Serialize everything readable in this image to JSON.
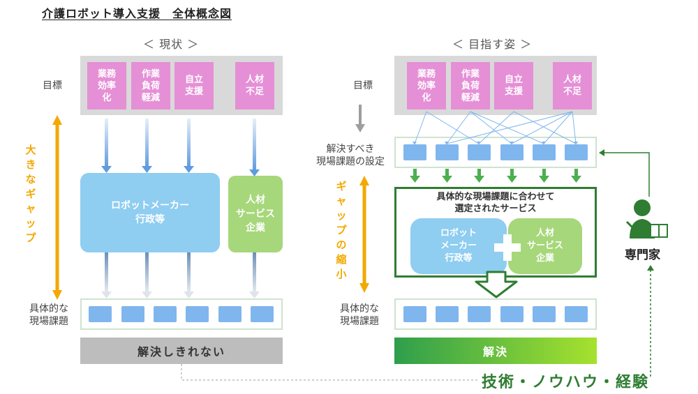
{
  "title": "介護ロボット導入支援　全体概念図",
  "left": {
    "heading": "＜ 現状 ＞",
    "goal_label": "目標",
    "goals": [
      "業務\n効率\n化",
      "作業\n負荷\n軽減",
      "自立\n支援",
      "人材\n不足"
    ],
    "gap_text": [
      "大",
      "き",
      "な",
      "ギ",
      "ャ",
      "ッ",
      "プ"
    ],
    "provider_main": "ロボットメーカー\n行政等",
    "provider_hr": "人材\nサービス\n企業",
    "issues_label": "具体的な\n現場課題",
    "result": "解決しきれない"
  },
  "right": {
    "heading": "＜ 目指す姿 ＞",
    "goal_label": "目標",
    "goals": [
      "業務\n効率\n化",
      "作業\n負荷\n軽減",
      "自立\n支援",
      "人材\n不足"
    ],
    "setting_label": "解決すべき\n現場課題の設定",
    "gap_text": [
      "ギ",
      "ャ",
      "ッ",
      "プ",
      "の",
      "縮",
      "小"
    ],
    "service_caption": "具体的な現場課題に合わせて\n選定されたサービス",
    "provider_main": "ロボット\nメーカー\n行政等",
    "provider_hr": "人材\nサービス\n企業",
    "issues_label": "具体的な\n現場課題",
    "result": "解決"
  },
  "expert": "専門家",
  "knowhow": "技術・ノウハウ・経験",
  "colors": {
    "goal": "#e58fd6",
    "chip": "#7fb6ee",
    "provider_blue": "#8fcdf1",
    "provider_green": "#a6d77a",
    "gap": "#f2a900",
    "accent_green": "#2e7d32"
  }
}
